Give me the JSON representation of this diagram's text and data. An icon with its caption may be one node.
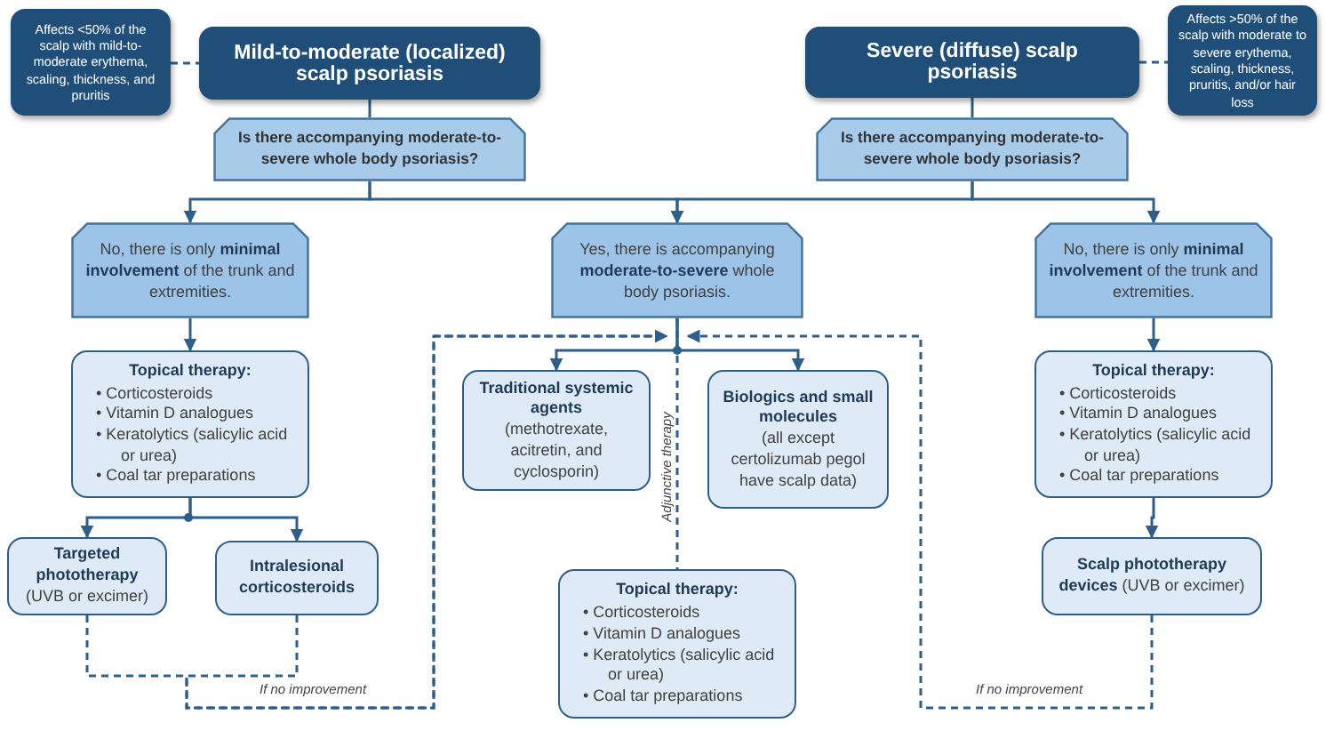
{
  "diagram": {
    "nodes": [
      {
        "text": [
          "Affects <50% of the scalp with mild-to-moderate erythema, scaling, thickness, and pruritis"
        ]
      },
      {
        "text": [
          "Mild-to-moderate (localized) scalp psoriasis"
        ]
      },
      {
        "text": [
          "Is there accompanying moderate-to-severe whole body psoriasis?"
        ]
      },
      {
        "text": [
          "Severe (diffuse) scalp psoriasis"
        ]
      },
      {
        "text": [
          "Affects >50% of the scalp with moderate to severe erythema, scaling, thickness, pruritis, and/or hair loss"
        ]
      },
      {
        "text": [
          "Is there accompanying moderate-to-severe whole body psoriasis?"
        ]
      },
      {
        "text": [
          "No, there is only **minimal involvement** of the trunk and extremities."
        ]
      },
      {
        "text": [
          "Yes, there is accompanying **moderate-to-severe** whole body psoriasis."
        ]
      },
      {
        "text": [
          "No, there is only **minimal involvement** of the trunk and extremities."
        ]
      },
      {
        "text": [
          "Topical therapy:",
          "• Corticosteroids",
          "• Vitamin D analogues",
          "• Keratolytics (salicylic acid or urea)",
          "• Coal tar preparations"
        ]
      },
      {
        "text": [
          "Targeted phototherapy",
          "(UVB or excimer)"
        ]
      },
      {
        "text": [
          "Intralesional corticosteroids"
        ]
      },
      {
        "text": [
          "Traditional systemic agents",
          "(methotrexate, acitretin, and cyclosporin)"
        ]
      },
      {
        "text": [
          "Biologics and small molecules",
          "(all except certolizumab pegol have scalp data)"
        ]
      },
      {
        "text": [
          "Topical therapy:",
          "• Corticosteroids",
          "• Vitamin D analogues",
          "• Keratolytics (salicylic acid or urea)",
          "• Coal tar preparations"
        ]
      },
      {
        "text": [
          "Topical therapy:",
          "• Corticosteroids",
          "• Vitamin D analogues",
          "• Keratolytics (salicylic acid or urea)",
          "• Coal tar preparations"
        ]
      },
      {
        "text": [
          "**Scalp phototherapy devices** (UVB or excimer)"
        ]
      }
    ],
    "edges": [
      {
        "from": 0,
        "to": 1,
        "arrow": "none",
        "style": "dashed"
      },
      {
        "from": 3,
        "to": 4,
        "arrow": "none",
        "style": "dashed"
      },
      {
        "from": 1,
        "to": 2,
        "arrow": "none"
      },
      {
        "from": 3,
        "to": 5,
        "arrow": "none"
      },
      {
        "from": 2,
        "to": 6,
        "arrow": "to"
      },
      {
        "from": 2,
        "to": 7,
        "arrow": "to"
      },
      {
        "from": 5,
        "to": 7,
        "arrow": "to"
      },
      {
        "from": 5,
        "to": 8,
        "arrow": "to"
      },
      {
        "from": 6,
        "to": 9,
        "arrow": "to"
      },
      {
        "from": 8,
        "to": 15,
        "arrow": "to"
      },
      {
        "from": 9,
        "to": 10,
        "arrow": "to"
      },
      {
        "from": 9,
        "to": 11,
        "arrow": "to"
      },
      {
        "from": 7,
        "to": 12,
        "arrow": "to"
      },
      {
        "from": 7,
        "to": 13,
        "arrow": "to"
      },
      {
        "from": 15,
        "to": 16,
        "arrow": "to"
      },
      {
        "from": 7,
        "to": 14,
        "arrow": "none",
        "style": "dashed",
        "label": "Adjunctive therapy"
      },
      {
        "from": 10,
        "to": 7,
        "arrow": "to",
        "style": "dashed",
        "label": "If no improvement"
      },
      {
        "from": 11,
        "to": 7,
        "arrow": "to",
        "style": "dashed"
      },
      {
        "from": 16,
        "to": 7,
        "arrow": "to",
        "style": "dashed",
        "label": "If no improvement"
      }
    ]
  }
}
